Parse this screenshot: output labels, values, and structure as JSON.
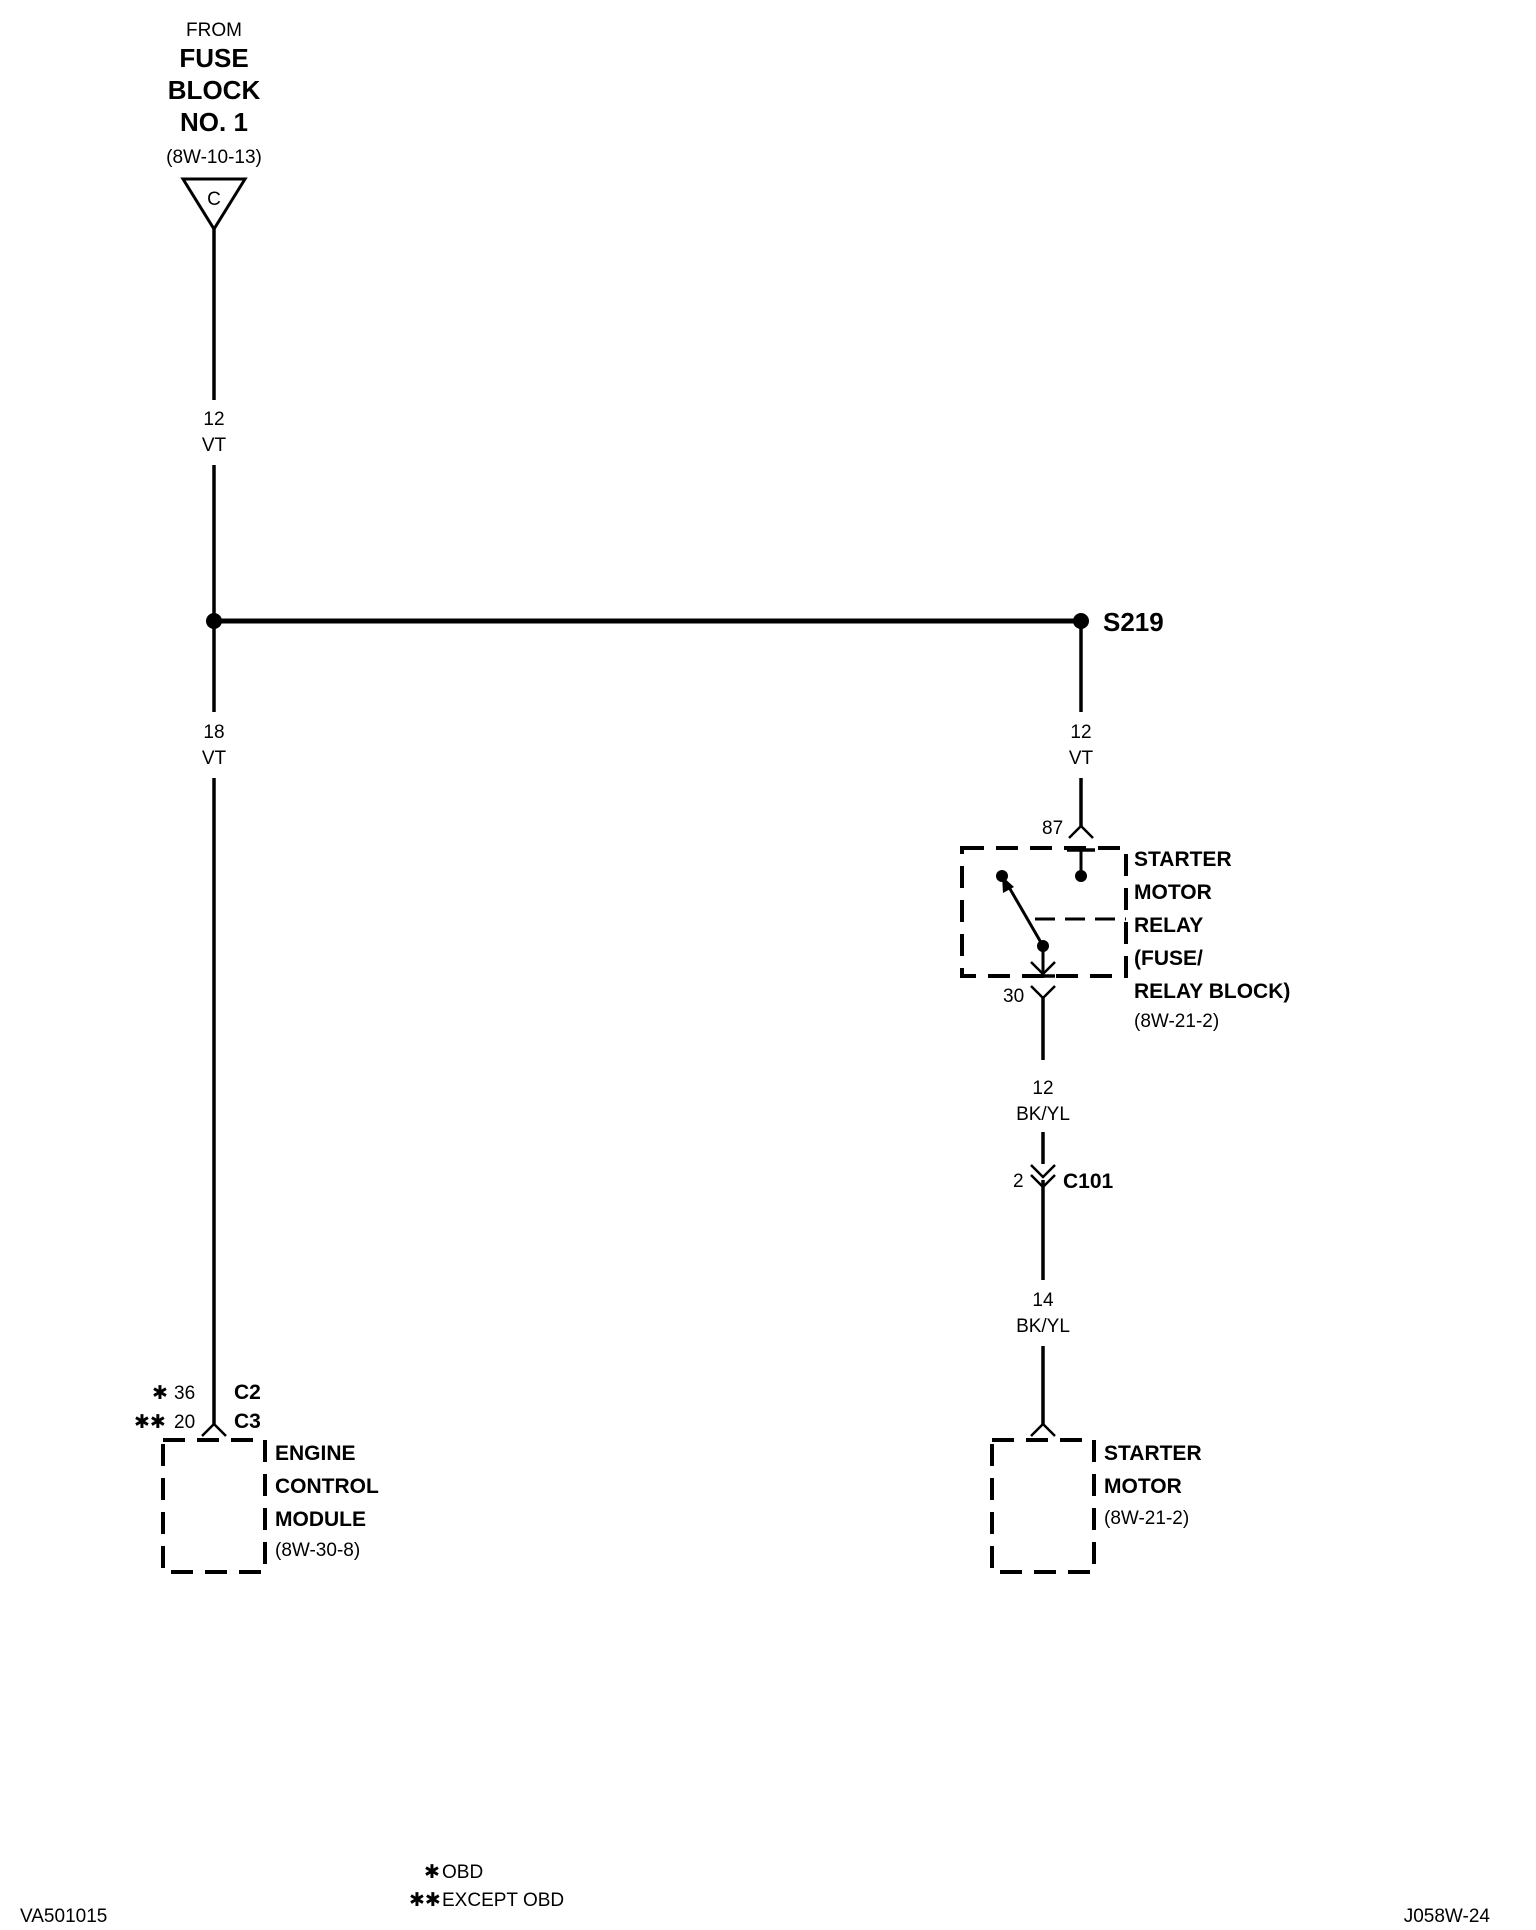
{
  "source": {
    "from": "FROM",
    "name_lines": [
      "FUSE",
      "BLOCK",
      "NO. 1"
    ],
    "ref": "(8W-10-13)",
    "connector_letter": "C"
  },
  "wires": {
    "main_feed": {
      "gauge": "12",
      "color": "VT"
    },
    "ecm_branch": {
      "gauge": "18",
      "color": "VT"
    },
    "relay_feed": {
      "gauge": "12",
      "color": "VT"
    },
    "relay_output": {
      "gauge": "12",
      "color": "BK/YL"
    },
    "motor_feed": {
      "gauge": "14",
      "color": "BK/YL"
    }
  },
  "splice": {
    "label": "S219"
  },
  "relay": {
    "pin_in": "87",
    "pin_out": "30",
    "name_lines": [
      "STARTER",
      "MOTOR",
      "RELAY",
      "(FUSE/",
      "RELAY BLOCK)"
    ],
    "ref": "(8W-21-2)"
  },
  "connector_c101": {
    "pin": "2",
    "label": "C101"
  },
  "ecm": {
    "pin_obd_mark": "✱",
    "pin_obd": "36",
    "conn_obd": "C2",
    "pin_except_mark": "✱✱",
    "pin_except": "20",
    "conn_except": "C3",
    "name_lines": [
      "ENGINE",
      "CONTROL",
      "MODULE"
    ],
    "ref": "(8W-30-8)"
  },
  "starter_motor": {
    "name_lines": [
      "STARTER",
      "MOTOR"
    ],
    "ref": "(8W-21-2)"
  },
  "legend": {
    "obd_mark": "✱",
    "obd": "OBD",
    "except_mark": "✱✱",
    "except": "EXCEPT OBD"
  },
  "footer": {
    "left_code": "VA501015",
    "right_code": "J058W-24"
  }
}
